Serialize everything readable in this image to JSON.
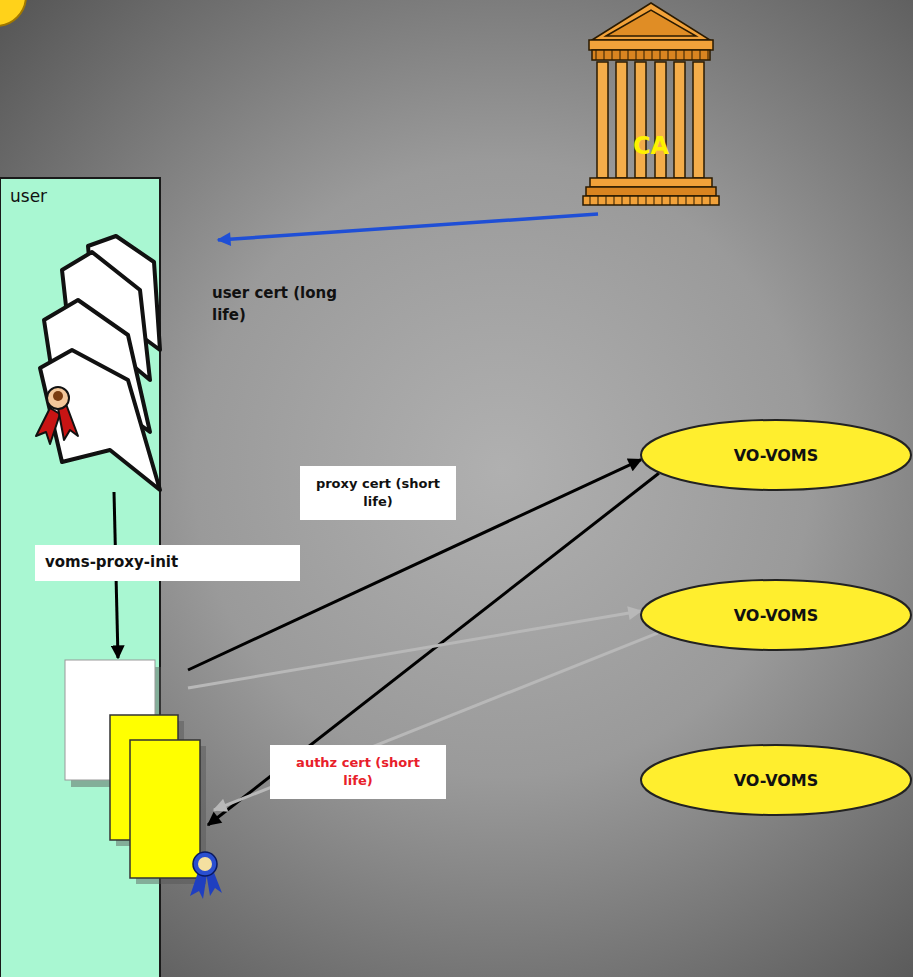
{
  "diagram": {
    "nodes": [
      {
        "text": [
          "user"
        ]
      },
      {
        "text": [
          "CA"
        ]
      },
      {
        "text": [
          "VO-VOMS"
        ]
      },
      {
        "text": [
          "VO-VOMS"
        ]
      },
      {
        "text": [
          "VO-VOMS"
        ]
      }
    ],
    "edges": [
      {
        "from": 1,
        "to": 0,
        "arrow": "to"
      },
      {
        "from": 0,
        "to": 2,
        "arrow": "to",
        "label": "proxy cert (short life)"
      },
      {
        "from": 2,
        "to": 0,
        "arrow": "to",
        "label": "authz cert (short life)"
      },
      {
        "from": 0,
        "to": 3,
        "arrow": "to"
      },
      {
        "from": 3,
        "to": 0,
        "arrow": "to"
      }
    ],
    "labels": [
      "user cert (long life)",
      "voms-proxy-init"
    ]
  }
}
